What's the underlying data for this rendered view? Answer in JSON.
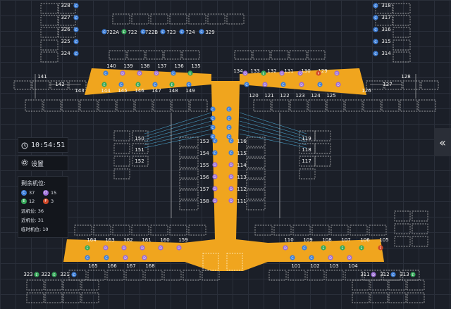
{
  "clock": {
    "time": "10:54:51"
  },
  "settings": {
    "label": "设置"
  },
  "remaining": {
    "title": "剩余机位:",
    "counts": [
      {
        "type": "C",
        "value": "37",
        "color": "#3e7fd8"
      },
      {
        "type": "D",
        "value": "15",
        "color": "#9a6bd6"
      },
      {
        "type": "E",
        "value": "12",
        "color": "#36a85a"
      },
      {
        "type": "F",
        "value": "3",
        "color": "#d04a2a"
      }
    ],
    "far_label": "远机位: 36",
    "near_label": "近机位: 31",
    "temp_label": "临时机位: 10"
  },
  "colors": {
    "terminal": "#f0a51e",
    "C": "#3e7fd8",
    "D": "#9a6bd6",
    "E": "#36a85a",
    "F": "#d04a2a"
  },
  "icons": {
    "clock": "clock-icon",
    "settings": "gear-icon",
    "expand": "chevron-left-double-icon"
  },
  "map": {
    "top_left_stands": [
      "328",
      "327",
      "326",
      "325",
      "324"
    ],
    "top_right_stands": [
      "318",
      "317",
      "316",
      "315",
      "314"
    ],
    "apron_top_labels": [
      "722A",
      "722",
      "722B",
      "723",
      "724",
      "329"
    ],
    "left_wing_upper": [
      "140",
      "139",
      "138",
      "137",
      "136",
      "135"
    ],
    "left_wing_lower": [
      "144",
      "145",
      "146",
      "147",
      "148",
      "149"
    ],
    "left_wing_outer": [
      "141",
      "142",
      "143"
    ],
    "right_wing_upper": [
      "134",
      "133",
      "132",
      "131",
      "130",
      "129"
    ],
    "right_wing_lower": [
      "120",
      "121",
      "122",
      "123",
      "124",
      "125"
    ],
    "right_wing_outer": [
      "128",
      "127",
      "126"
    ],
    "left_remote": [
      "150",
      "151",
      "152"
    ],
    "right_remote": [
      "119",
      "118",
      "117"
    ],
    "pier_left": [
      "153",
      "154",
      "155",
      "156",
      "157",
      "158"
    ],
    "pier_right": [
      "116",
      "115",
      "114",
      "113",
      "112",
      "111"
    ],
    "bottom_left_upper": [
      "164",
      "163",
      "162",
      "161",
      "160",
      "159"
    ],
    "bottom_left_lower": [
      "165",
      "166",
      "167",
      "168"
    ],
    "bottom_right_upper": [
      "110",
      "109",
      "108",
      "107",
      "106",
      "105"
    ],
    "bottom_right_lower": [
      "101",
      "102",
      "103",
      "104"
    ],
    "bottom_left_corner": [
      "323",
      "322",
      "321"
    ],
    "bottom_right_corner": [
      "311",
      "312",
      "313"
    ]
  }
}
